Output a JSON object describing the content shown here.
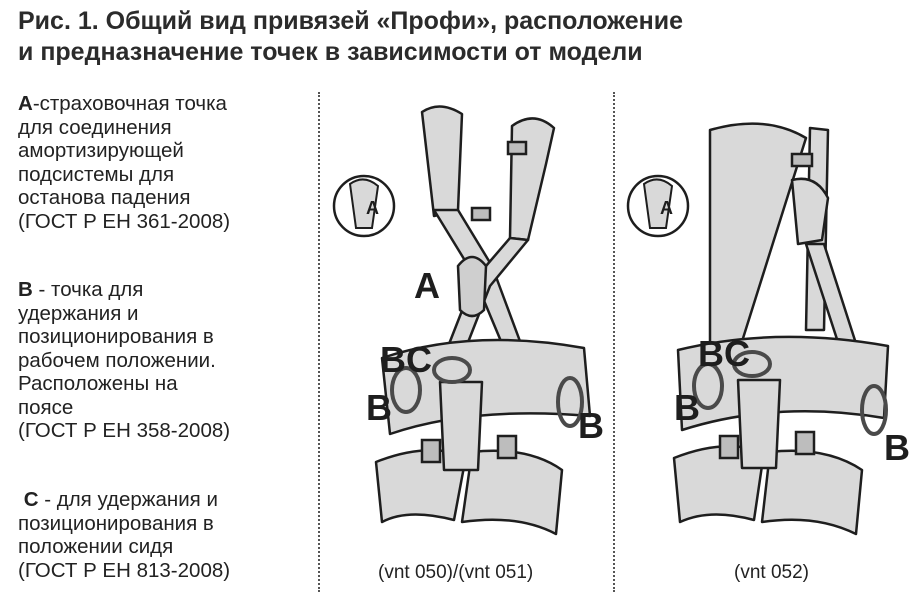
{
  "title": {
    "line1": "Рис. 1. Общий вид привязей «Профи», расположение",
    "line2": "и предназначение точек в зависимости от модели"
  },
  "legend": [
    {
      "key": "А",
      "lines": [
        "-страховочная точка",
        "для соединения",
        "амортизирующей",
        "подсистемы для",
        "останова падения",
        "(ГОСТ Р ЕН 361-2008)"
      ]
    },
    {
      "key": "В",
      "lines": [
        " - точка для",
        "удержания и",
        "позиционирования в",
        "рабочем положении.",
        "Расположены на",
        "поясе",
        "(ГОСТ Р ЕН 358-2008)"
      ]
    },
    {
      "key": "С",
      "lines": [
        " - для удержания и",
        "позиционирования в",
        "положении сидя",
        "(ГОСТ Р ЕН 813-2008)"
      ]
    }
  ],
  "figures": [
    {
      "caption": "(vnt 050)/(vnt 051)",
      "labels": {
        "a": "A",
        "bc": "BC",
        "b_left": "B",
        "b_right": "B",
        "icon_a": "A"
      }
    },
    {
      "caption": "(vnt 052)",
      "labels": {
        "bc": "BC",
        "b_left": "B",
        "b_right": "B",
        "icon_a": "A"
      }
    }
  ],
  "colors": {
    "strap_fill": "#d9d9d9",
    "strap_stroke": "#1e1e1e",
    "ring_metal": "#8a8a8a",
    "divider": "#555555"
  }
}
